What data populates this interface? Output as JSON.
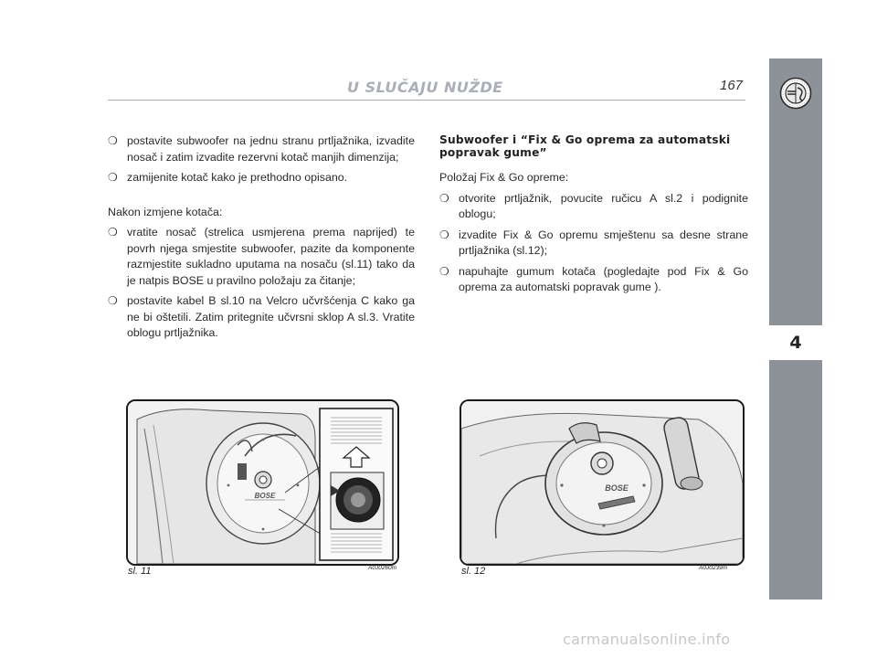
{
  "header": {
    "title": "U SLUČAJU NUŽDE",
    "page_number": "167",
    "chapter": "4"
  },
  "left_column": {
    "bullets_top": [
      "postavite subwoofer na jednu stranu prtljažnika, izvadite nosač i zatim izvadite rezervni kotač manjih dimenzija;",
      "zamijenite kotač kako je prethodno opisano."
    ],
    "intro": "Nakon izmjene kotača:",
    "bullets_bottom": [
      "vratite nosač (strelica usmjerena prema naprijed) te povrh njega smjestite subwoofer, pazite da komponente razmjestite sukladno uputama na nosaču (sl.11) tako da je natpis BOSE u pravilno položaju za čitanje;",
      "postavite kabel B sl.10 na Velcro učvršćenja C kako ga ne bi oštetili. Zatim pritegnite učvrsni sklop A sl.3. Vratite oblogu prtljažnika."
    ]
  },
  "right_column": {
    "section_title": "Subwoofer i “Fix & Go oprema za automatski popravak gume”",
    "intro": "Položaj Fix & Go opreme:",
    "bullets": [
      "otvorite prtljažnik, povucite ručicu A sl.2 i podignite oblogu;",
      "izvadite Fix & Go opremu smještenu sa desne strane prtljažnika (sl.12);",
      "napuhajte gumum kotača (pogledajte pod Fix & Go oprema za automatski popravak gume )."
    ]
  },
  "figures": [
    {
      "caption": "sl. 11",
      "code": "A0J0260m",
      "brand": "BOSE"
    },
    {
      "caption": "sl. 12",
      "code": "A0J0239m",
      "brand": "BOSE"
    }
  ],
  "bullet_glyph": "❍",
  "watermark": "carmanualsonline.info",
  "colors": {
    "side_tab": "#8d9298",
    "header_title": "#a9aeb8",
    "rule": "#aab0ba"
  }
}
